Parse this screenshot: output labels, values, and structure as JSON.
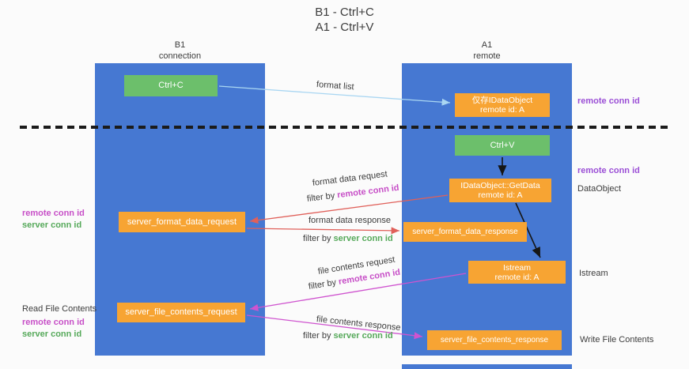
{
  "colors": {
    "lane_blue": "#4678D2",
    "green_box": "#6CBF6B",
    "orange_box": "#F7A433",
    "arrow_blue": "#A9D6F2",
    "arrow_red": "#E0605A",
    "arrow_magenta": "#CF54CF",
    "arrow_black": "#161616",
    "purple_text": "#9B4FD6",
    "magenta_text": "#C74FC7",
    "green_text": "#56A95A",
    "dark_text": "#3D3D3D"
  },
  "title": {
    "line1": "B1 - Ctrl+C",
    "line2": "A1 - Ctrl+V"
  },
  "lanes": {
    "left": {
      "name": "B1",
      "subtitle": "connection"
    },
    "right": {
      "name": "A1",
      "subtitle": "remote"
    }
  },
  "boxes": {
    "ctrl_c": {
      "label": "Ctrl+C"
    },
    "idataobject_cache": {
      "line1": "仅存IDataObject",
      "line2": "remote id: A"
    },
    "ctrl_v": {
      "label": "Ctrl+V"
    },
    "getdata": {
      "line1": "IDataObject::GetData",
      "line2": "remote id: A"
    },
    "format_request": {
      "label": "server_format_data_request"
    },
    "format_response": {
      "label": "server_format_data_response"
    },
    "istream": {
      "line1": "Istream",
      "line2": "remote id: A"
    },
    "file_request": {
      "label": "server_file_contents_request"
    },
    "file_response": {
      "label": "server_file_contents_response"
    }
  },
  "arrow_labels": {
    "format_list": "format list",
    "format_data_request": "format data request",
    "format_data_response": "format data response",
    "file_contents_request": "file contents request",
    "file_contents_response": "file contents response",
    "filter_by": "filter by ",
    "remote_conn_id": "remote conn id",
    "server_conn_id": "server conn id"
  },
  "annotations": {
    "right_remote_conn_id_1": "remote conn id",
    "right_remote_conn_id_2": "remote conn id",
    "dataobject": "DataObject",
    "istream": "Istream",
    "write_file_contents": "Write File Contents",
    "read_file_contents": "Read File Contents",
    "left_remote_conn_id_1": "remote conn id",
    "left_server_conn_id_1": "server conn id",
    "left_remote_conn_id_2": "remote conn id",
    "left_server_conn_id_2": "server conn id"
  }
}
